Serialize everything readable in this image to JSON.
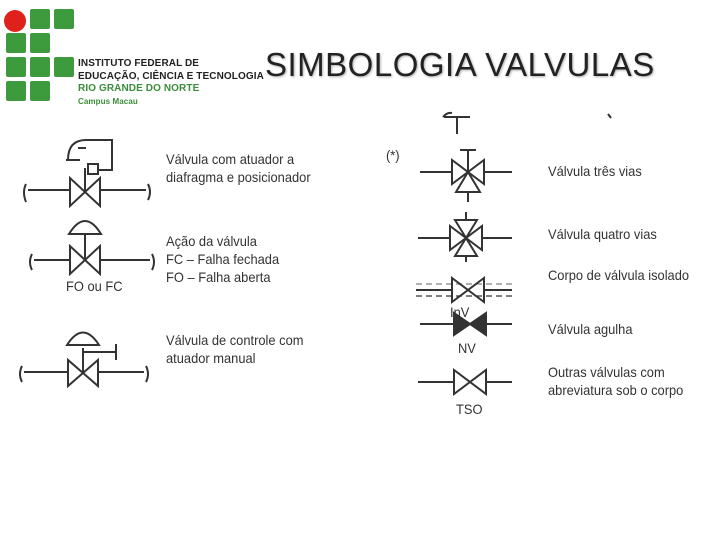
{
  "title": "SIMBOLOGIA VALVULAS",
  "institution": {
    "line1": "INSTITUTO FEDERAL DE",
    "line2": "EDUCAÇÃO, CIÊNCIA E TECNOLOGIA",
    "line3": "RIO GRANDE DO NORTE",
    "line4": "Campus Macau"
  },
  "colors": {
    "logo_green": "#3d9a3d",
    "logo_red": "#e0211b"
  },
  "left_items": [
    {
      "lines": [
        "Válvula com atuador a",
        "diafragma e posicionador"
      ]
    },
    {
      "lines": [
        "Ação da válvula",
        "FC – Falha fechada",
        "FO – Falha aberta"
      ],
      "symbol_label": "FO ou FC"
    },
    {
      "lines": [
        "Válvula de controle com",
        "atuador manual"
      ]
    }
  ],
  "right_items": {
    "marker": "(*)",
    "three_way": "Válvula três vias",
    "four_way": "Válvula quatro vias",
    "insulated": "Corpo de válvula isolado",
    "insulated_tag": "InV",
    "needle": "Válvula agulha",
    "needle_tag": "NV",
    "other_lines": [
      "Outras válvulas com",
      "abreviatura sob o corpo"
    ],
    "other_tag": "TSO"
  }
}
